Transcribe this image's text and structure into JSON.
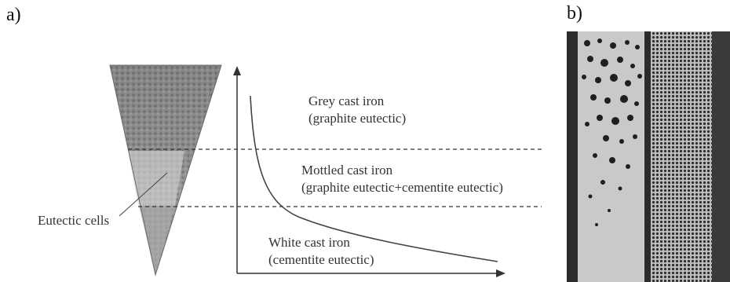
{
  "panel_a": {
    "label": "a)",
    "zones": [
      {
        "name": "Grey cast iron",
        "note": "(graphite eutectic)"
      },
      {
        "name": "Mottled cast iron",
        "note": "(graphite eutectic+cementite eutectic)"
      },
      {
        "name": "White cast iron",
        "note": "(cementite eutectic)"
      }
    ],
    "callout": "Eutectic cells"
  },
  "panel_b": {
    "label": "b)"
  }
}
